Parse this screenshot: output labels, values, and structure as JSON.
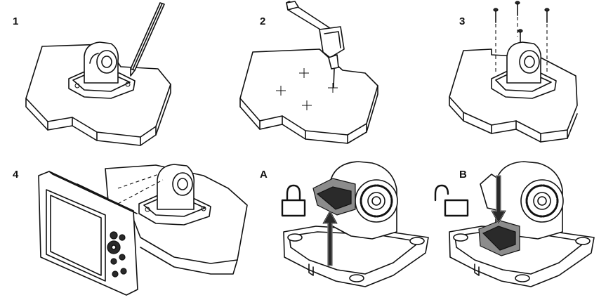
{
  "steps": [
    {
      "label": "1"
    },
    {
      "label": "2"
    },
    {
      "label": "3"
    },
    {
      "label": "4"
    },
    {
      "label": "A"
    },
    {
      "label": "B"
    }
  ],
  "colors": {
    "ink": "#111111",
    "shade": "#8c8c8c",
    "dark": "#2a2a2a",
    "background": "#ffffff"
  },
  "icons": [
    "pencil-icon",
    "drill-icon",
    "screw-icon",
    "lock-closed-icon",
    "lock-open-icon",
    "arrow-up-icon",
    "arrow-down-icon"
  ]
}
